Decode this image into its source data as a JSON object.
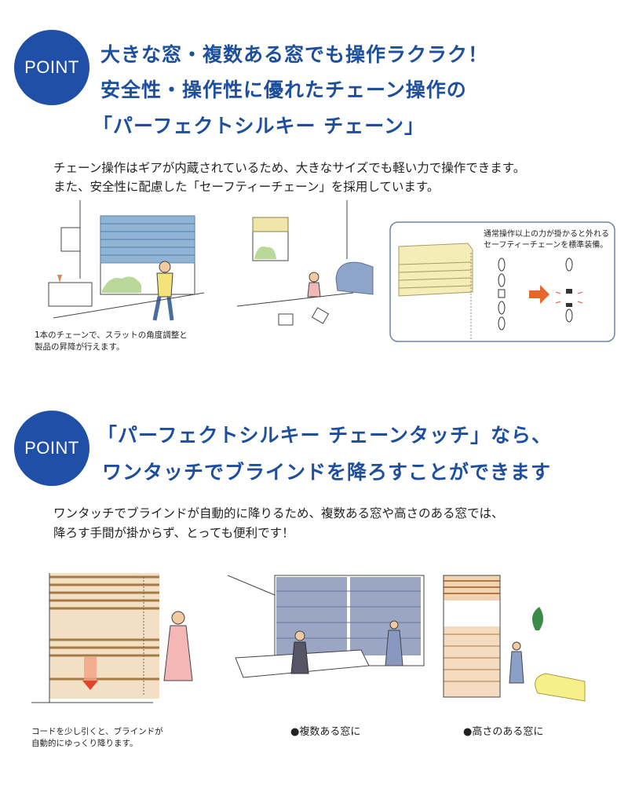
{
  "section1": {
    "badge": "POINT",
    "headline": [
      "大きな窓・複数ある窓でも操作ラクラク！",
      "安全性・操作性に優れたチェーン操作の",
      "「パーフェクトシルキー チェーン」"
    ],
    "body": [
      "チェーン操作はギアが内蔵されているため、大きなサイズでも軽い力で操作できます。",
      "また、安全性に配慮した「セーフティーチェーン」を採用しています。"
    ],
    "caption_left": [
      "1本のチェーンで、スラットの角度調整と",
      "製品の昇降が行えます。"
    ],
    "callout": [
      "通常操作以上の力が掛かると外れる",
      "セーフティーチェーンを標準装備。"
    ]
  },
  "section2": {
    "badge": "POINT",
    "headline": [
      "「パーフェクトシルキー チェーンタッチ」なら、",
      "ワンタッチでブラインドを降ろすことができます"
    ],
    "body": [
      "ワンタッチでブラインドが自動的に降りるため、複数ある窓や高さのある窓では、",
      "降ろす手間が掛からず、とっても便利です！"
    ],
    "caption_left": [
      "コードを少し引くと、ブラインドが",
      "自動的にゆっくり降ります。"
    ],
    "caption_mid": "●複数ある窓に",
    "caption_right": "●高さのある窓に"
  },
  "colors": {
    "accent": "#1f4fa6",
    "headline": "#1d4f9e",
    "arrow": "#e8652c"
  }
}
